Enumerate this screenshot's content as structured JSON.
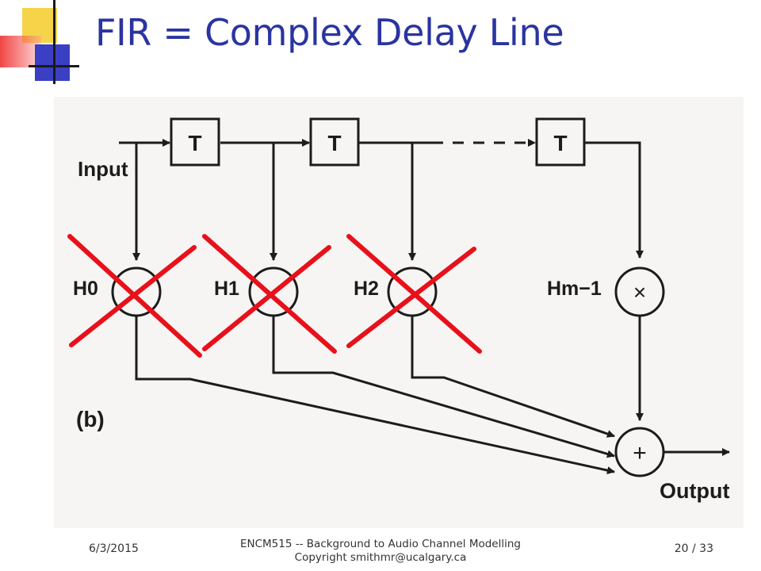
{
  "slide": {
    "title": "FIR = Complex Delay Line"
  },
  "diagram": {
    "input_label": "Input",
    "output_label": "Output",
    "delay_label": "T",
    "tap_labels": [
      "H0",
      "H1",
      "H2",
      "Hm−1"
    ],
    "multiply_symbol": "×",
    "sum_symbol": "+",
    "figure_label": "(b)",
    "crossed_out_taps": [
      "H0",
      "H1",
      "H2"
    ],
    "cross_color": "#e8101a"
  },
  "footer": {
    "date": "6/3/2015",
    "course_line": "ENCM515 -- Background  to Audio Channel Modelling",
    "copyright_line": "Copyright smithmr@ucalgary.ca",
    "page_number": "20",
    "page_total": "33",
    "page_separator": "/"
  }
}
